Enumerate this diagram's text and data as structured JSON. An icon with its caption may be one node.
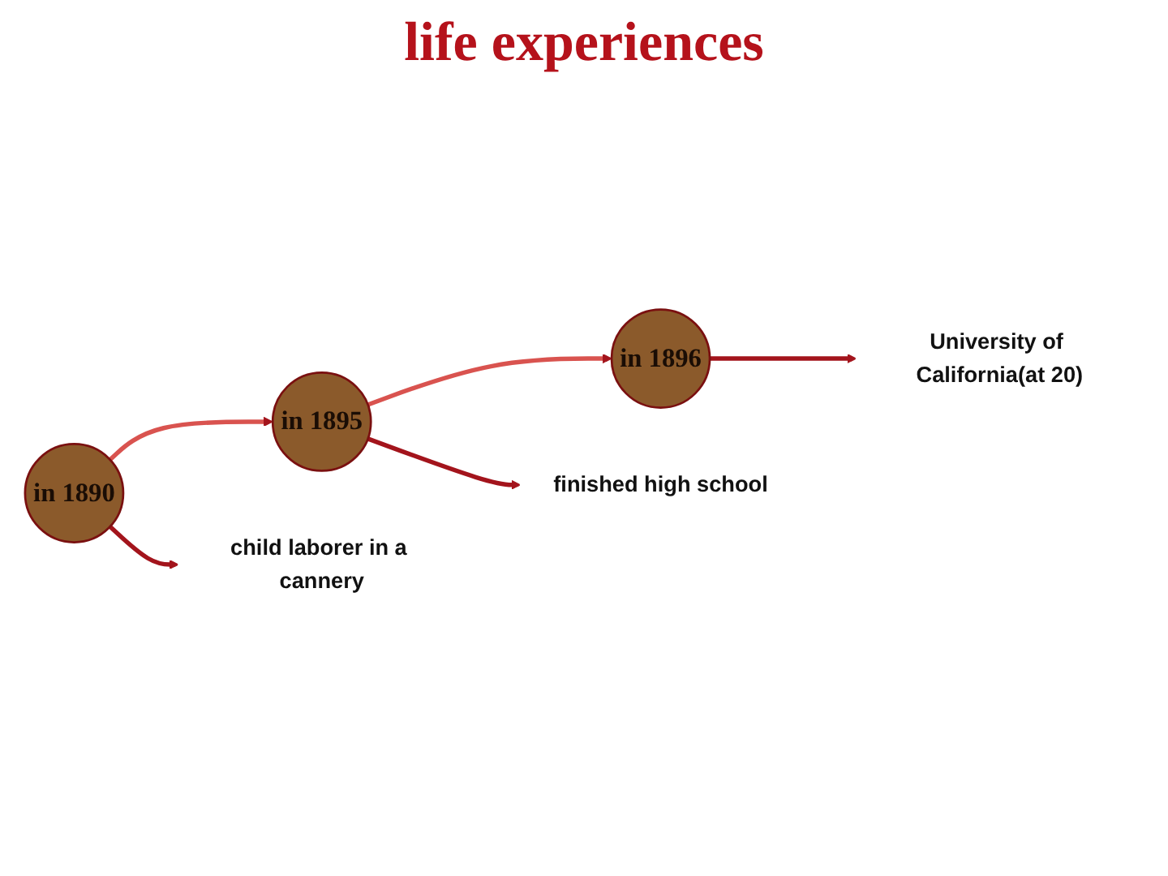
{
  "diagram": {
    "title": "life experiences",
    "nodes": [
      {
        "text": [
          "in 1890"
        ]
      },
      {
        "text": [
          "in 1895"
        ]
      },
      {
        "text": [
          "in 1896"
        ]
      },
      {
        "text": [
          "child laborer in a cannery"
        ]
      },
      {
        "text": [
          "finished high school"
        ]
      },
      {
        "text": [
          "University of California(at 20)"
        ]
      }
    ],
    "edges": [
      {
        "from": 0,
        "to": 1,
        "arrow": "to",
        "color": "#d9534f"
      },
      {
        "from": 1,
        "to": 2,
        "arrow": "to",
        "color": "#d9534f"
      },
      {
        "from": 0,
        "to": 3,
        "arrow": "to"
      },
      {
        "from": 1,
        "to": 4,
        "arrow": "to"
      },
      {
        "from": 2,
        "to": 5,
        "arrow": "to"
      }
    ]
  }
}
